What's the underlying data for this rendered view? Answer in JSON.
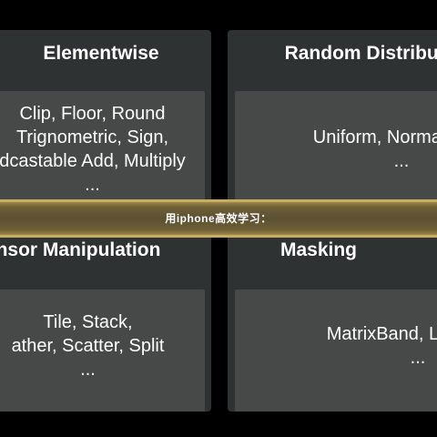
{
  "cards": {
    "elementwise": {
      "title": "Elementwise",
      "lines": [
        "Clip, Floor, Round",
        "Trignometric, Sign,",
        "dcastable Add, Multiply",
        "..."
      ]
    },
    "random": {
      "title": "Random Distributio",
      "lines": [
        "Uniform, Normal, Berr",
        "..."
      ]
    },
    "tensor": {
      "title": "nsor Manipulation",
      "lines": [
        "Tile, Stack,",
        "ather, Scatter, Split",
        "..."
      ]
    },
    "masking": {
      "title": "Masking",
      "lines": [
        "MatrixBand, LowerTria",
        "..."
      ]
    }
  },
  "banner": {
    "text": "用iphone高效学习："
  },
  "colors": {
    "background": "#000000",
    "card": "#2f3232",
    "card_body": "#464948",
    "banner_gold": "#b39a56"
  }
}
